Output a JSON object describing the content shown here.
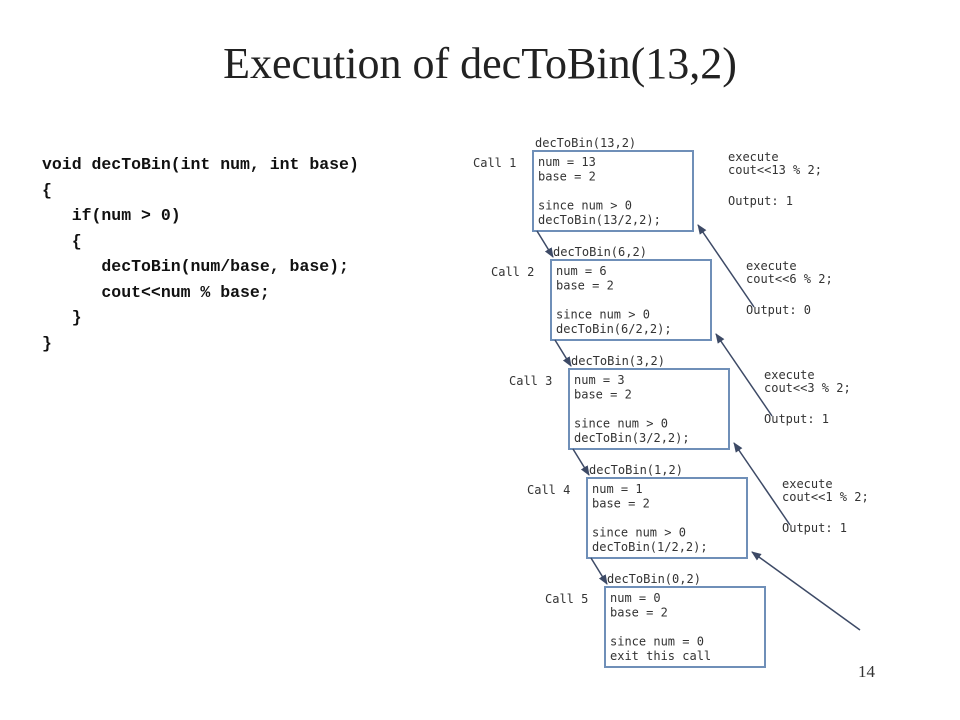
{
  "slide": {
    "title": "Execution of decToBin(13,2)",
    "page_number": "14"
  },
  "code": {
    "lines": [
      "void decToBin(int num, int base)",
      "{",
      "   if(num > 0)",
      "   {",
      "      decToBin(num/base, base);",
      "      cout<<num % base;",
      "   }",
      "}"
    ]
  },
  "diagram": {
    "calls": [
      {
        "call_label": "Call 1",
        "header": "decToBin(13,2)",
        "lines": [
          "num = 13",
          "base = 2",
          "",
          "since num > 0",
          "  decToBin(13/2,2);"
        ],
        "execute": [
          "execute",
          "  cout<<13 % 2;"
        ],
        "output": "Output: 1"
      },
      {
        "call_label": "Call 2",
        "header": "decToBin(6,2)",
        "lines": [
          "num = 6",
          "base = 2",
          "",
          "since num > 0",
          "  decToBin(6/2,2);"
        ],
        "execute": [
          "execute",
          "  cout<<6 % 2;"
        ],
        "output": "Output: 0"
      },
      {
        "call_label": "Call 3",
        "header": "decToBin(3,2)",
        "lines": [
          "num = 3",
          "base = 2",
          "",
          "since num > 0",
          "  decToBin(3/2,2);"
        ],
        "execute": [
          "execute",
          "  cout<<3 % 2;"
        ],
        "output": "Output: 1"
      },
      {
        "call_label": "Call 4",
        "header": "decToBin(1,2)",
        "lines": [
          "num = 1",
          "base = 2",
          "",
          "since num > 0",
          "  decToBin(1/2,2);"
        ],
        "execute": [
          "execute",
          "  cout<<1 % 2;"
        ],
        "output": "Output: 1"
      },
      {
        "call_label": "Call 5",
        "header": "decToBin(0,2)",
        "lines": [
          "num = 0",
          "base = 2",
          "",
          "since num = 0",
          "  exit this call"
        ],
        "execute": [],
        "output": ""
      }
    ],
    "colors": {
      "box_border": "#6f8fb8",
      "arrow": "#3d4a66",
      "text": "#333333"
    }
  }
}
